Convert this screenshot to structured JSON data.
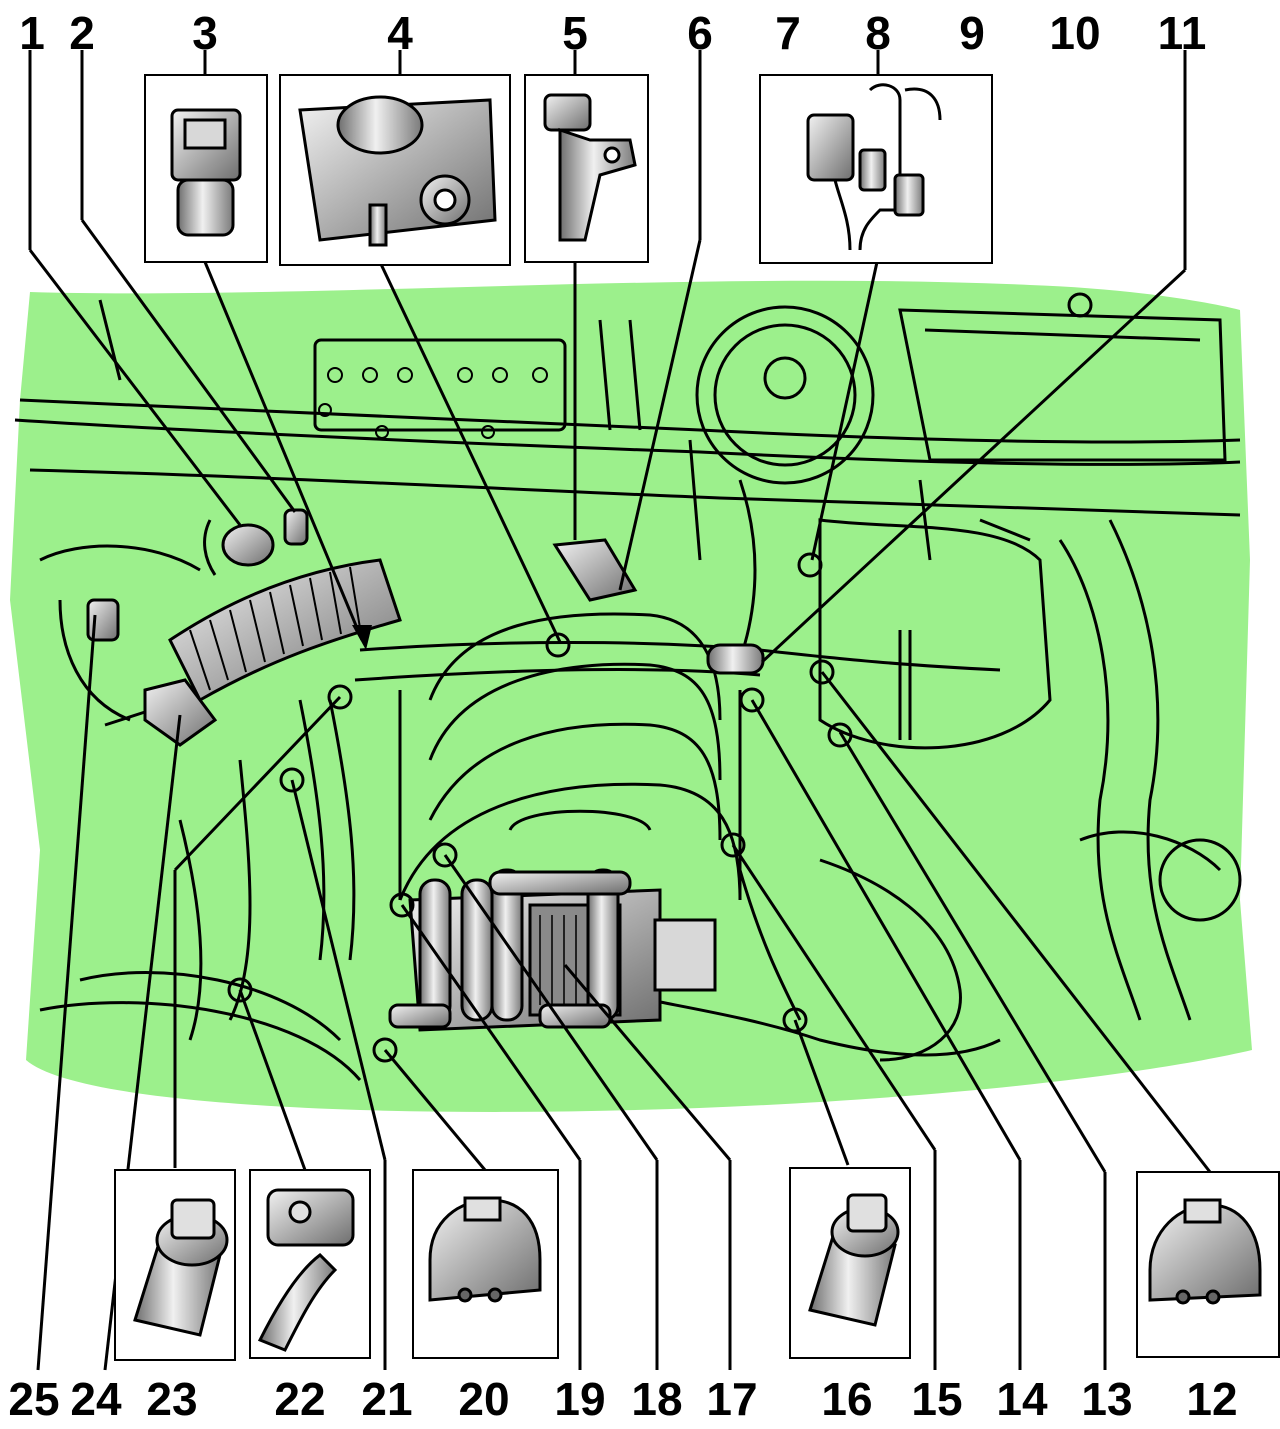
{
  "diagram": {
    "colors": {
      "engine_fill": "#9cf08c",
      "line": "#000000",
      "inset_bg": "#ffffff",
      "part_metal": "#b8b8b8"
    },
    "labels_top": [
      "1",
      "2",
      "3",
      "4",
      "5",
      "6",
      "7",
      "8",
      "9",
      "10",
      "11"
    ],
    "labels_bottom": [
      "25",
      "24",
      "23",
      "22",
      "21",
      "20",
      "19",
      "18",
      "17",
      "16",
      "15",
      "14",
      "13",
      "12"
    ]
  }
}
